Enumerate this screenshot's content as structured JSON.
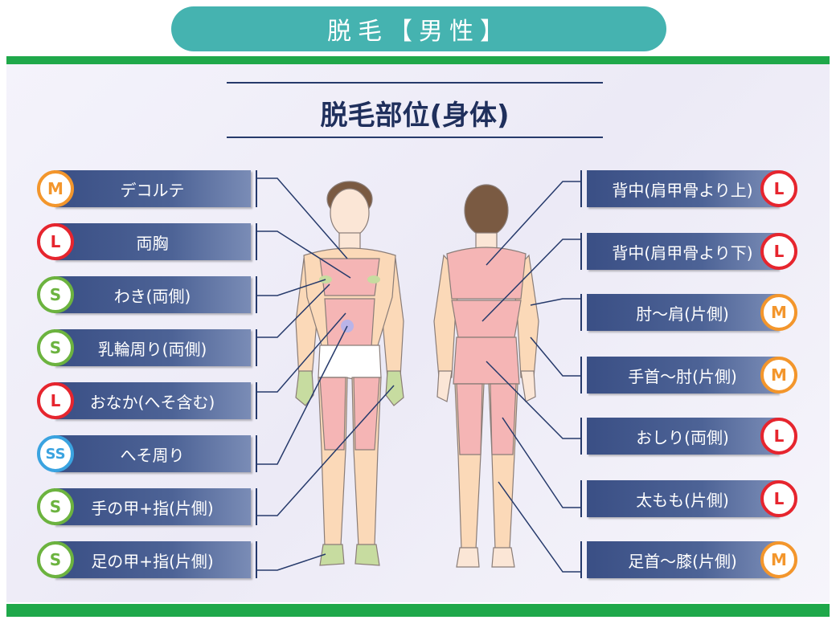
{
  "header": {
    "title": "脱毛【男性】"
  },
  "subtitle": "脱毛部位(身体)",
  "size_colors": {
    "M": "#f3962c",
    "L": "#e6252e",
    "S": "#6cb33f",
    "SS": "#3aa3e0"
  },
  "left_items": [
    {
      "label": "デコルテ",
      "size": "M"
    },
    {
      "label": "両胸",
      "size": "L"
    },
    {
      "label": "わき(両側)",
      "size": "S"
    },
    {
      "label": "乳輪周り(両側)",
      "size": "S"
    },
    {
      "label": "おなか(へそ含む)",
      "size": "L"
    },
    {
      "label": "へそ周り",
      "size": "SS"
    },
    {
      "label": "手の甲+指(片側)",
      "size": "S"
    },
    {
      "label": "足の甲+指(片側)",
      "size": "S"
    }
  ],
  "right_items": [
    {
      "label": "背中(肩甲骨より上)",
      "size": "L"
    },
    {
      "label": "背中(肩甲骨より下)",
      "size": "L"
    },
    {
      "label": "肘～肩(片側)",
      "size": "M"
    },
    {
      "label": "手首～肘(片側)",
      "size": "M"
    },
    {
      "label": "おしり(両側)",
      "size": "L"
    },
    {
      "label": "太もも(片側)",
      "size": "L"
    },
    {
      "label": "足首～膝(片側)",
      "size": "M"
    }
  ]
}
